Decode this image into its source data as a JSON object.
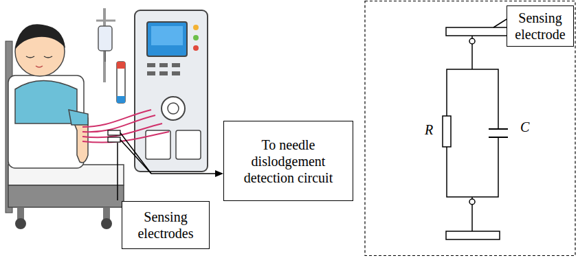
{
  "diagram": {
    "nodes": [
      {
        "text": [
          "Sensing electrode"
        ]
      },
      {
        "text": [
          "To needle dislodgement detection circuit"
        ]
      },
      {
        "text": [
          "Sensing electrodes"
        ]
      }
    ],
    "labels": [
      "R",
      "C"
    ]
  }
}
